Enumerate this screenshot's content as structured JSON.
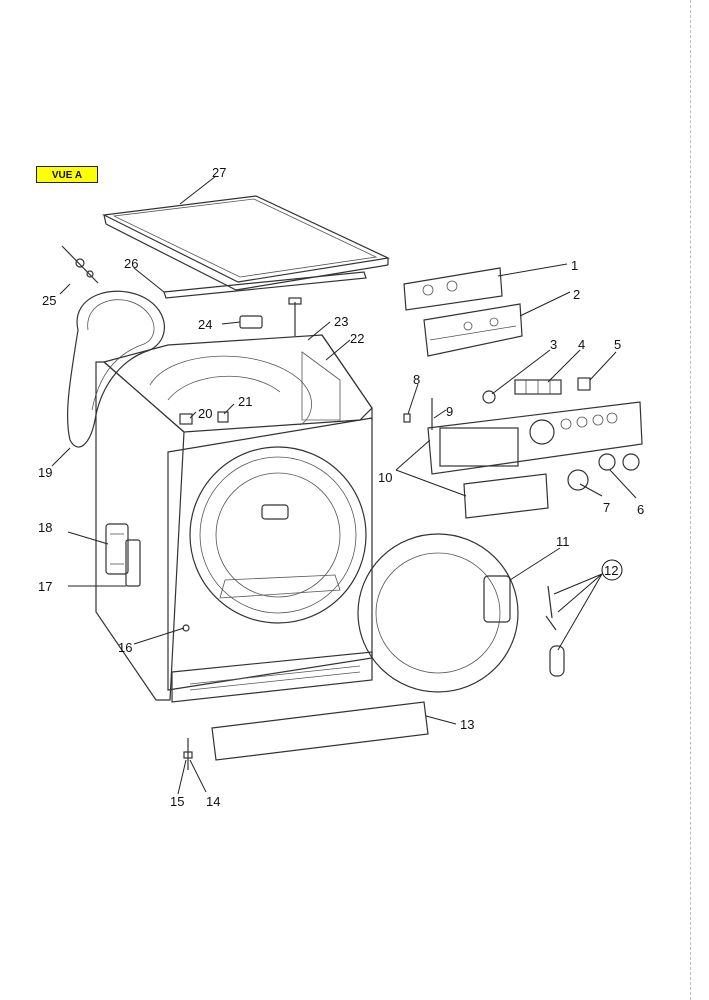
{
  "view_label": "VUE A",
  "badge_color": "#ffff00",
  "callouts": {
    "p1": "1",
    "p2": "2",
    "p3": "3",
    "p4": "4",
    "p5": "5",
    "p6": "6",
    "p7": "7",
    "p8": "8",
    "p9": "9",
    "p10": "10",
    "p11": "11",
    "p12": "12",
    "p13": "13",
    "p14": "14",
    "p15": "15",
    "p16": "16",
    "p17": "17",
    "p18": "18",
    "p19": "19",
    "p20": "20",
    "p21": "21",
    "p22": "22",
    "p23": "23",
    "p24": "24",
    "p25": "25",
    "p26": "26",
    "p27": "27"
  }
}
